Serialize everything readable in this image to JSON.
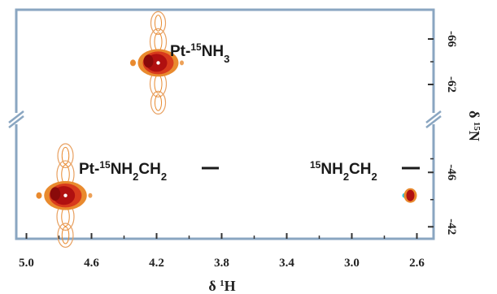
{
  "chart_data": {
    "type": "heatmap",
    "x_axis": {
      "label_main": "δ",
      "label_sup": "1",
      "label_nucleus": "H",
      "range": [
        5.0,
        2.5
      ],
      "ticks": [
        5.0,
        4.6,
        4.2,
        3.8,
        3.4,
        3.0,
        2.6
      ],
      "tick_labels": [
        "5.0",
        "4.6",
        "4.2",
        "3.8",
        "3.4",
        "3.0",
        "2.6"
      ]
    },
    "y_axis": {
      "label_main": "δ",
      "label_sup": "15",
      "label_nucleus": "N",
      "tick_labels": [
        "-66",
        "-62",
        "-46",
        "-42"
      ],
      "segments": [
        {
          "range": [
            -68,
            -60
          ],
          "ticks": [
            -66,
            -62
          ]
        },
        {
          "range": [
            -49,
            -41
          ],
          "ticks": [
            -46,
            -42
          ]
        }
      ],
      "broken": true
    },
    "peaks": [
      {
        "label_pre": "Pt-",
        "label_sup": "15",
        "label_main": "NH",
        "label_sub": "3",
        "label_tail": "",
        "x": 4.19,
        "y": -63.9,
        "intensity": "strong"
      },
      {
        "label_pre": "Pt-",
        "label_sup": "15",
        "label_main": "NH",
        "label_sub": "2",
        "label_tail": "CH",
        "label_sub2": "2",
        "x": 4.76,
        "y": -44.3,
        "intensity": "strong"
      },
      {
        "label_pre": "",
        "label_sup": "15",
        "label_main": "NH",
        "label_sub": "2",
        "label_tail": "CH",
        "label_sub2": "2",
        "x": 2.64,
        "y": -44.3,
        "intensity": "weak"
      }
    ],
    "colors": {
      "frame": "#8aa6c1",
      "peak_core": "#b01010",
      "peak_mid": "#d83a1c",
      "peak_outer": "#e98a2e",
      "contour": "#e8a060",
      "cyan": "#27c8e8"
    }
  }
}
